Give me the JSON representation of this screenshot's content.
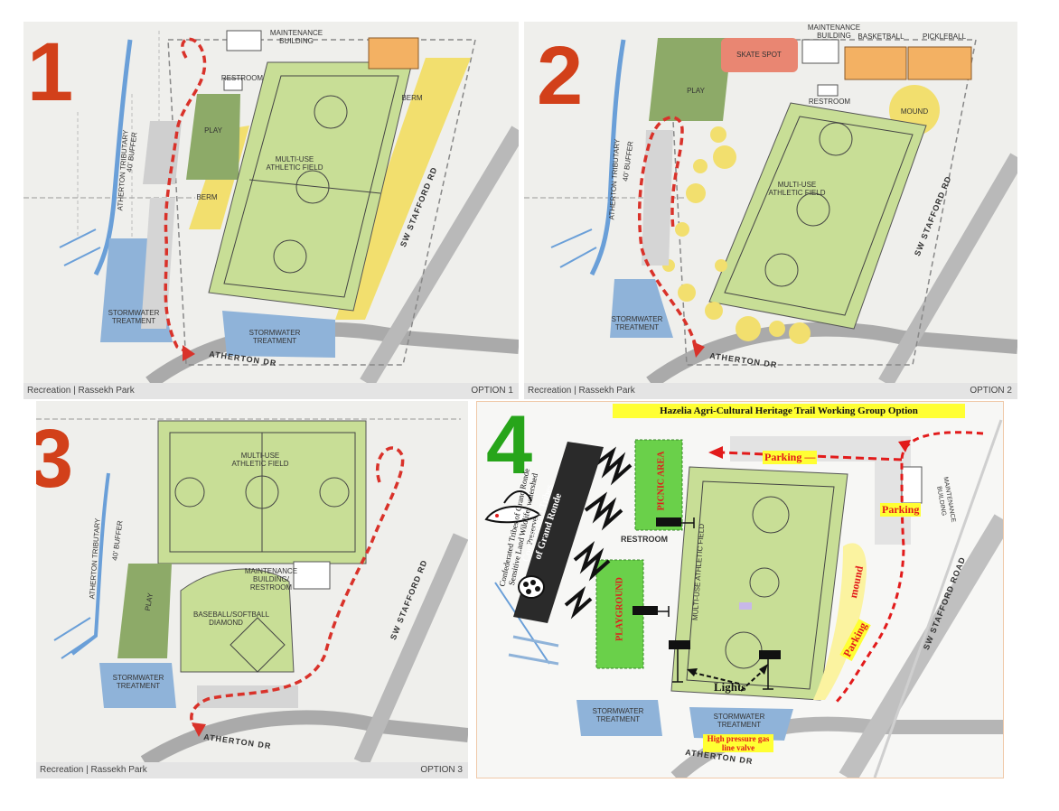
{
  "panels": {
    "p1": {
      "number": "1",
      "footer_left": "Recreation | Rassekh Park",
      "footer_right": "OPTION 1",
      "labels": {
        "maintenance": "MAINTENANCE BUILDING",
        "restroom": "RESTROOM",
        "play": "PLAY",
        "berm_left": "BERM",
        "berm_right": "BERM",
        "field": "MULTI-USE ATHLETIC FIELD",
        "tributary": "ATHERTON TRIBUTARY",
        "buffer": "40' BUFFER",
        "storm_left": "STORMWATER TREATMENT",
        "storm_right": "STORMWATER TREATMENT",
        "road_stafford": "SW STAFFORD RD",
        "road_atherton": "ATHERTON DR"
      }
    },
    "p2": {
      "number": "2",
      "footer_left": "Recreation | Rassekh Park",
      "footer_right": "OPTION 2",
      "labels": {
        "maintenance": "MAINTENANCE BUILDING",
        "basketball": "BASKETBALL",
        "pickleball": "PICKLEBALL",
        "skate": "SKATE SPOT",
        "play": "PLAY",
        "restroom": "RESTROOM",
        "mound": "MOUND",
        "field": "MULTI-USE ATHLETIC FIELD",
        "tributary": "ATHERTON TRIBUTARY",
        "buffer": "40' BUFFER",
        "storm": "STORMWATER TREATMENT",
        "road_stafford": "SW STAFFORD RD",
        "road_atherton": "ATHERTON DR"
      }
    },
    "p3": {
      "number": "3",
      "footer_left": "Recreation | Rassekh Park",
      "footer_right": "OPTION 3",
      "labels": {
        "field": "MULTI-USE ATHLETIC FIELD",
        "play": "PLAY",
        "maintenance": "MAINTENANCE BUILDING/ RESTROOM",
        "diamond": "BASEBALL/SOFTBALL DIAMOND",
        "tributary": "ATHERTON TRIBUTARY",
        "buffer": "40' BUFFER",
        "storm": "STORMWATER TREATMENT",
        "road_stafford": "SW STAFFORD RD",
        "road_atherton": "ATHERTON DR"
      }
    },
    "p4": {
      "number": "4",
      "banner": "Hazelia Agri-Cultural Heritage Trail Working Group Option",
      "labels": {
        "parking_top": "Parking —",
        "parking_right": "Parking",
        "parking_low": "Parking",
        "mound": "mound",
        "picnic": "PICNIC AREA",
        "restroom": "RESTROOM",
        "playground": "PLAYGROUND",
        "field": "MULTI-USE ATHLETIC FIELD",
        "maintenance": "MAINTENANCE BUILDING",
        "lights": "Lights",
        "storm_left": "STORMWATER TREATMENT",
        "storm_right": "STORMWATER TREATMENT",
        "gas": "High pressure gas line valve",
        "road_stafford": "SW STAFFORD ROAD",
        "road_atherton": "ATHERTON DR",
        "tribes_text_1": "Confederated Tribes of Grand Ronde",
        "tribes_text_2": "Sensitive Land Wildlife/ watershed Preserve",
        "tribes_logo_1": "Confederated Tribes",
        "tribes_logo_2": "of Grand Ronde"
      }
    }
  },
  "colors": {
    "option_number": "#d2401a",
    "option4_number": "#27a51a",
    "field_green": "#c8de96",
    "play_green": "#8daa68",
    "berm_yellow": "#f2df6e",
    "water_blue": "#8fb3d9",
    "trail_red": "#d9322a",
    "bright_green": "#6ad04a",
    "banner_yellow": "#ffff33"
  }
}
